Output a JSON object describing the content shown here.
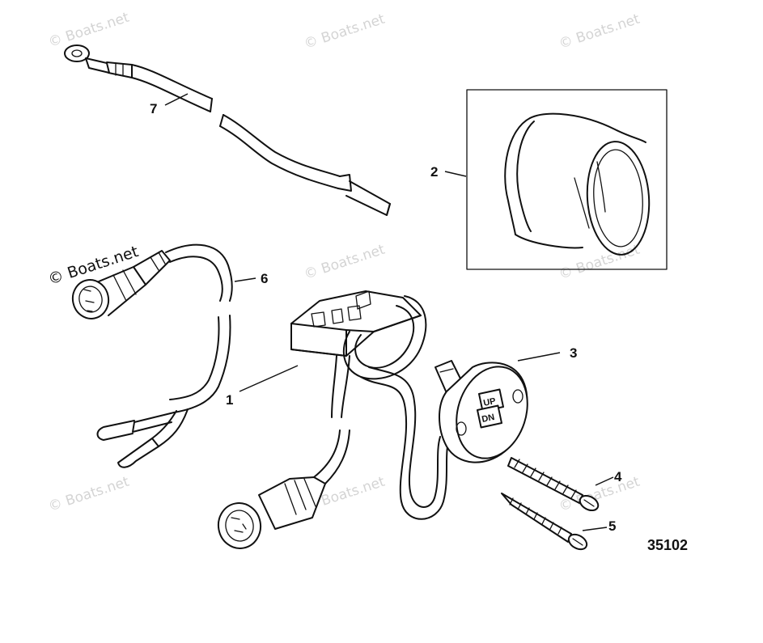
{
  "watermark": {
    "text": "© Boats.net"
  },
  "callouts": {
    "c1": "1",
    "c2": "2",
    "c3": "3",
    "c4": "4",
    "c5": "5",
    "c6": "6",
    "c7": "7"
  },
  "figure_number": "35102",
  "switch_labels": {
    "up": "UP",
    "down": "DN"
  }
}
